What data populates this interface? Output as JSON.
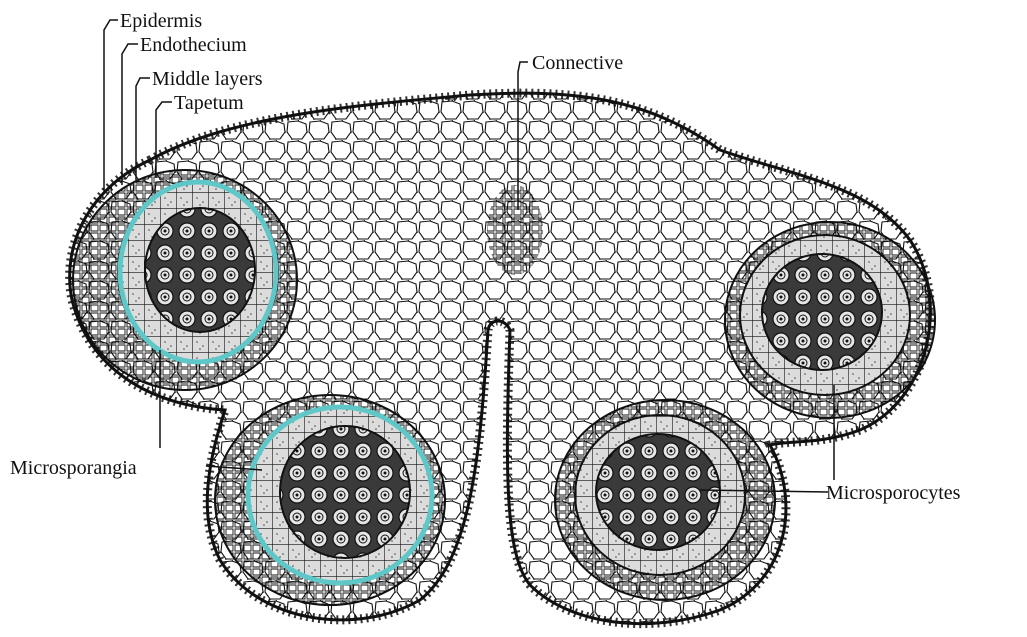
{
  "labels": {
    "epidermis": "Epidermis",
    "endothecium": "Endothecium",
    "middle_layers": "Middle layers",
    "tapetum": "Tapetum",
    "connective": "Connective",
    "microsporangia": "Microsporangia",
    "microsporocytes": "Microsporocytes"
  },
  "colors": {
    "outline": "#111111",
    "highlight_ring": "#5fc7c7",
    "sporogenous_fill": "#2b2b2b",
    "tapetum_fill": "#d9d9d9",
    "background": "#ffffff"
  }
}
